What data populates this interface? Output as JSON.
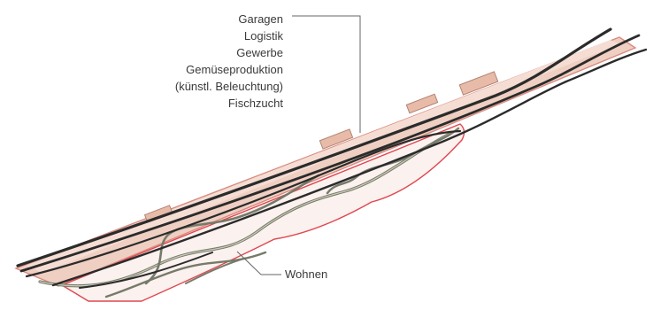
{
  "labels": {
    "upper": [
      "Garagen",
      "Logistik",
      "Gewerbe",
      "Gemüseproduktion",
      "(künstl. Beleuchtung)",
      "Fischzucht"
    ],
    "lower": "Wohnen"
  },
  "colors": {
    "upper_fill": "#efcfc2",
    "upper_edge": "#d98a80",
    "lower_edge": "#e0474f",
    "track": "#2b2b2b",
    "road": "#767a6a",
    "road_inner": "#cbcbb8",
    "leader": "#666666"
  }
}
